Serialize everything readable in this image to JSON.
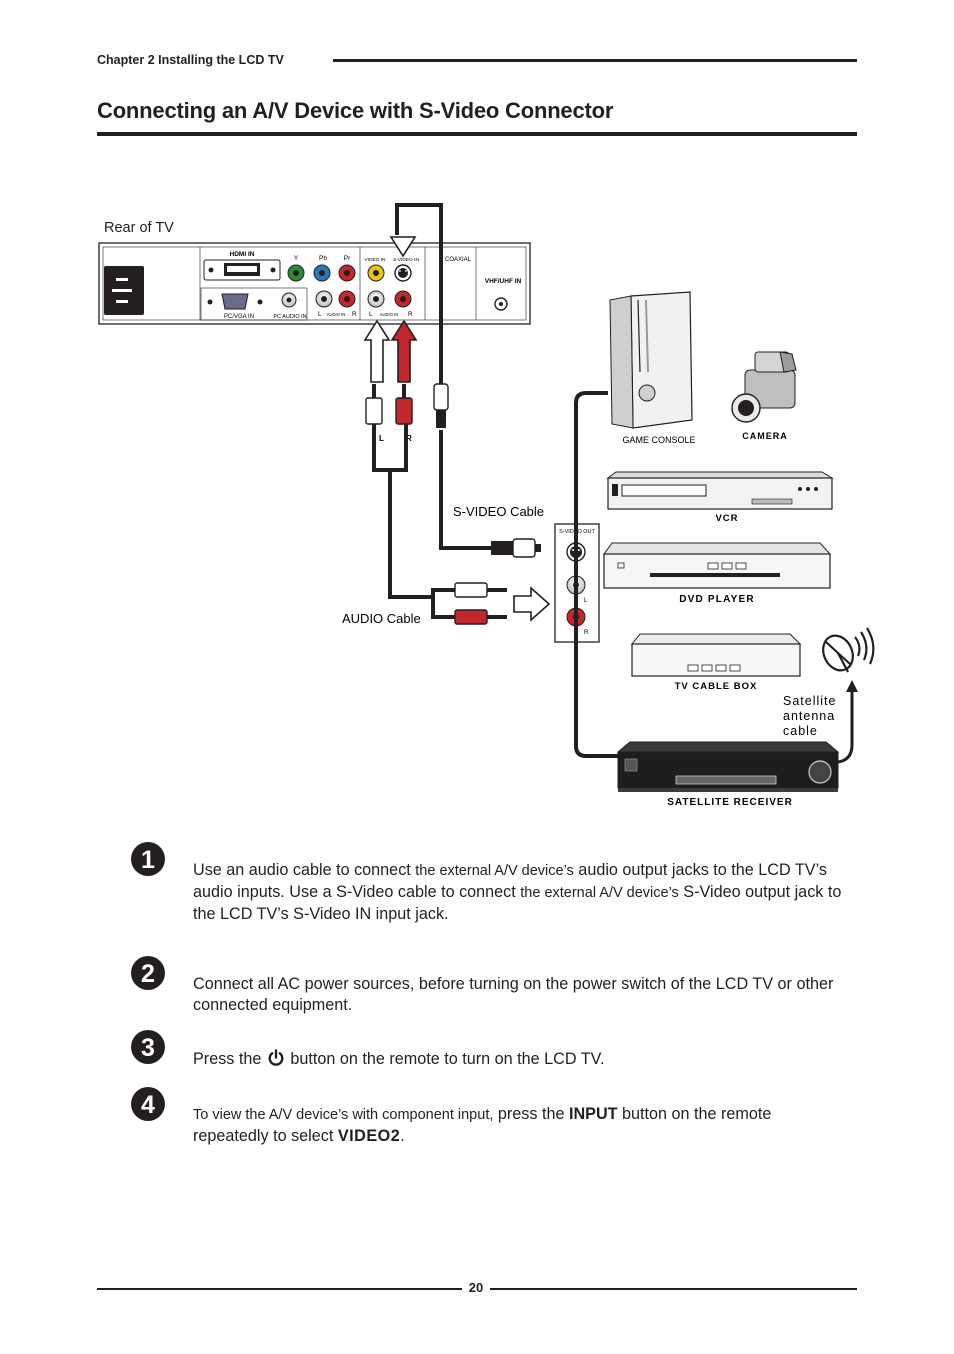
{
  "header": {
    "chapter": "Chapter 2 Installing the LCD TV",
    "title": "Connecting an A/V Device with S-Video Connector"
  },
  "diagram": {
    "rear_of_tv": "Rear of TV",
    "ports": {
      "hdmi_in": "HDMI IN",
      "y": "Y",
      "pb": "Pb",
      "pr": "Pr",
      "video_in": "VIDEO IN",
      "s_video_in": "S-VIDEO IN",
      "coaxial": "COAXIAL",
      "vhf_uhf_in": "VHF/UHF IN",
      "pc_vga_in": "PC/VGA IN",
      "pc_audio_in": "PC AUDIO IN",
      "l": "L",
      "r": "R",
      "audio_in": "AUDIO IN"
    },
    "cable_labels": {
      "s_video_cable": "S-VIDEO Cable",
      "audio_cable": "AUDIO Cable",
      "plug_l": "L",
      "plug_r": "R"
    },
    "device_panel": {
      "s_video_out": "S-VIDEO OUT",
      "l": "L",
      "r": "R"
    },
    "devices": {
      "game_console": "GAME CONSOLE",
      "camera": "CAMERA",
      "vcr": "VCR",
      "dvd_player": "DVD PLAYER",
      "tv_cable_box": "TV CABLE BOX",
      "satellite_line1": "Satellite",
      "satellite_line2": "antenna",
      "satellite_line3": "cable",
      "satellite_receiver": "SATELLITE RECEIVER"
    }
  },
  "steps": [
    {
      "number": "1",
      "p1": "Use an audio cable to connect ",
      "s1": "the external A/V device’s",
      "p2": " audio output jacks to the LCD TV’s audio inputs. Use a S-Video cable to connect ",
      "s2": "the external A/V device’s",
      "p3": " S-Video output jack to the LCD TV’s S-Video IN input jack."
    },
    {
      "number": "2",
      "text": "Connect all AC power sources, before turning on the power switch of the LCD TV or other connected equipment."
    },
    {
      "number": "3",
      "before": "Press the ",
      "after": " button on the remote to turn on the LCD TV."
    },
    {
      "number": "4",
      "s1": "To view the A/V device’s with component input,",
      "p1": " press the ",
      "bold": "INPUT",
      "p2": " button on the remote repeatedly to select ",
      "video": "VIDEO2",
      "end": "."
    }
  ],
  "footer": {
    "page": "20"
  },
  "colors": {
    "ink": "#231f20",
    "red_plug": "#c1272d",
    "green_jack": "#2e8b3e",
    "blue_jack": "#2a7ab8",
    "yellow_jack": "#e8c417"
  }
}
